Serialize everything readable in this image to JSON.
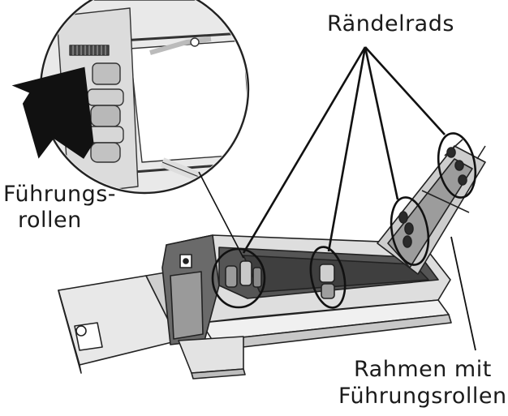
{
  "labels": {
    "knurled_wheels": "Rändelrads",
    "guide_rollers_line1": "Führungs-",
    "guide_rollers_line2": "rollen",
    "frame_line1": "Rahmen mit",
    "frame_line2": "Führungsrollen"
  },
  "colors": {
    "ink": "#1a1a1a",
    "outline": "#222222",
    "light_fill": "#e6e6e6",
    "mid_fill": "#bdbdbd",
    "dark_fill": "#4a4a4a"
  }
}
